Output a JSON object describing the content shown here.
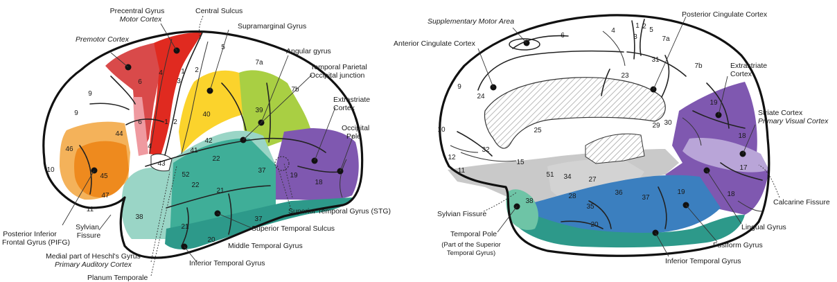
{
  "lateral": {
    "labels": {
      "premotor": "Premotor Cortex",
      "precentral": "Precentral Gyrus",
      "motor": "Motor Cortex",
      "central_sulcus": "Central Sulcus",
      "supramarginal": "Supramarginal Gyrus",
      "angular": "Angular gyrus",
      "tpo_line1": "Temporal Parietal",
      "tpo_line2": "Occipital junction",
      "extrastriate_line1": "Extrastriate",
      "extrastriate_line2": "Cortex",
      "occipital_line1": "Occipital",
      "occipital_line2": "Pole",
      "stg": "Superior Temporal Gyrus (STG)",
      "sts": "Superior Temporal Sulcus",
      "mtg": "Middle Temporal Gyrus",
      "itg": "Inferior Temporal Gyrus",
      "planum": "Planum Temporale",
      "heschl_line1": "Medial part of Heschl's Gyrus",
      "heschl_line2": "Primary Auditory Cortex",
      "sylvian_line1": "Sylvian",
      "sylvian_line2": "Fissure",
      "pifg_line1": "Posterior Inferior",
      "pifg_line2": "Frontal Gyrus (PIFG)"
    },
    "areas": {
      "a6a": "6",
      "a4a": "4",
      "a3": "3",
      "a1a": "1",
      "a2a": "2",
      "a5": "5",
      "a7a": "7a",
      "a9a": "9",
      "a9b": "9",
      "a6b": "6",
      "a4b": "4",
      "a1b": "1",
      "a2b": "2",
      "a40": "40",
      "a39": "39",
      "a7b": "7b",
      "a44": "44",
      "a46": "46",
      "a10": "10",
      "a45": "45",
      "a47": "47",
      "a11": "11",
      "a43": "43",
      "a41": "41",
      "a42": "42",
      "a52": "52",
      "a22a": "22",
      "a22b": "22",
      "a21a": "21",
      "a21b": "21",
      "a37a": "37",
      "a37b": "37",
      "a38": "38",
      "a20": "20",
      "a19": "19",
      "a18": "18"
    }
  },
  "medial": {
    "labels": {
      "sma": "Supplementary Motor Area",
      "pcc": "Posterior Cingulate Cortex",
      "acc": "Anterior Cingulate Cortex",
      "extrastriate_line1": "Extrastriate",
      "extrastriate_line2": "Cortex",
      "striate": "Striate Cortex",
      "pvc": "Primary Visual Cortex",
      "calcarine": "Calcarine Fissure",
      "lingual": "Lingual Gyrus",
      "fusiform": "Fusiform Gyrus",
      "itg": "Inferior Temporal Gyrus",
      "sylvian": "Sylvian Fissure",
      "tp": "Temporal Pole",
      "tp_sub1": "(Part of the Superior",
      "tp_sub2": "Temporal Gyrus)"
    },
    "areas": {
      "m4": "4",
      "m1": "1",
      "m2": "2",
      "m5": "5",
      "m3": "3",
      "m6": "6",
      "m7a": "7a",
      "m31": "31",
      "m7b": "7b",
      "m23": "23",
      "m9": "9",
      "m24": "24",
      "m10": "10",
      "m32": "32",
      "m25": "25",
      "m12": "12",
      "m11": "11",
      "m15": "15",
      "m29": "29",
      "m30": "30",
      "m19": "19",
      "m18a": "18",
      "m17": "17",
      "m18b": "18",
      "m51": "51",
      "m34": "34",
      "m27": "27",
      "m28": "28",
      "m36": "36",
      "m35": "35",
      "m37": "37",
      "m19b": "19",
      "m38": "38",
      "m20": "20"
    }
  },
  "colors": {
    "premotor_red": "#d94a4a",
    "motor_red": "#e02a20",
    "pink": "#ef9aa0",
    "yellow": "#fbd32c",
    "lime": "#a9cf43",
    "purple": "#7f58b0",
    "orange_light": "#f4b25a",
    "orange": "#ee8a1e",
    "teal_light": "#9ad5c6",
    "teal": "#3fae98",
    "teal_dark": "#2d998a",
    "blue": "#3b7fbf",
    "lavender": "#b9a5d8",
    "gray": "#c9c9c9"
  }
}
